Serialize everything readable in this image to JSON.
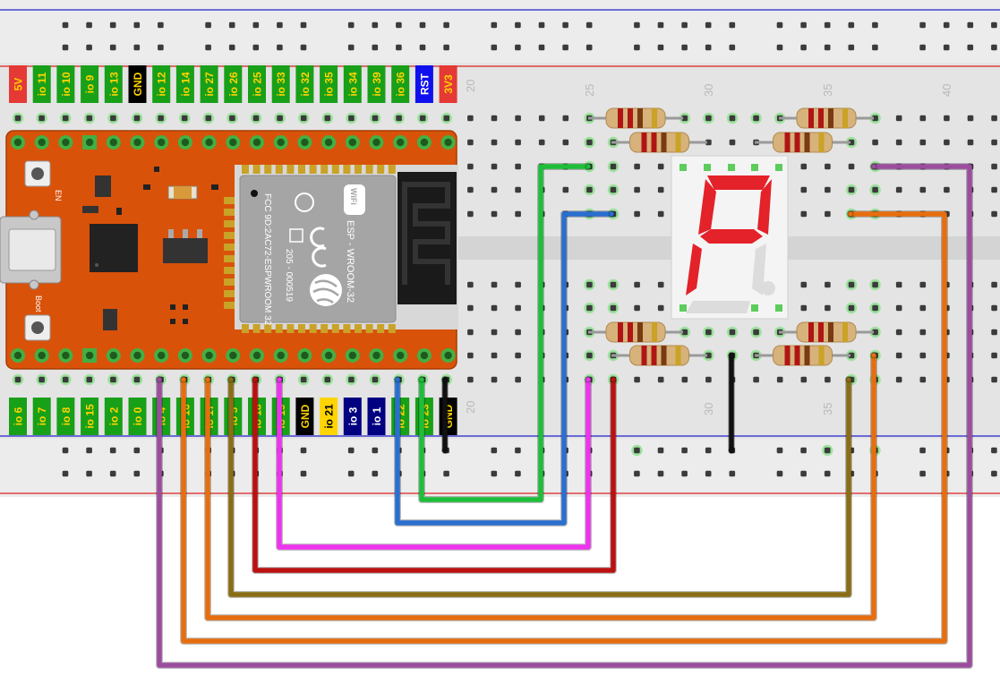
{
  "board": {
    "module_brand": "ESP - WROOM-32",
    "module_line1": "FCC 9D:2AC72-ESPWROOM 32",
    "module_line2": "205 - 000519",
    "button_en": "EN",
    "button_boot": "Boot",
    "wifi_badge": "WiFi"
  },
  "top_pins": [
    "5V",
    "io 11",
    "io 10",
    "io 9",
    "io 13",
    "GND",
    "io 12",
    "io 14",
    "io 27",
    "io 26",
    "io 25",
    "io 33",
    "io 32",
    "io 35",
    "io 34",
    "io 39",
    "io 36",
    "RST",
    "3V3"
  ],
  "top_pin_colors": [
    "#e53935",
    "#18a018",
    "#18a018",
    "#18a018",
    "#18a018",
    "#000000",
    "#18a018",
    "#18a018",
    "#18a018",
    "#18a018",
    "#18a018",
    "#18a018",
    "#18a018",
    "#18a018",
    "#18a018",
    "#18a018",
    "#18a018",
    "#1010ee",
    "#e53935"
  ],
  "top_pin_text_colors": [
    "#ffd400",
    "#ffd400",
    "#ffd400",
    "#ffd400",
    "#ffd400",
    "#ffd400",
    "#ffd400",
    "#ffd400",
    "#ffd400",
    "#ffd400",
    "#ffd400",
    "#ffd400",
    "#ffd400",
    "#ffd400",
    "#ffd400",
    "#ffd400",
    "#ffd400",
    "#ffffff",
    "#ffd400"
  ],
  "bottom_pins": [
    "io 6",
    "io 7",
    "io 8",
    "io 15",
    "io 2",
    "io 0",
    "io 4",
    "io 16",
    "io 17",
    "io 5",
    "io 18",
    "io 19",
    "GND",
    "io 21",
    "io 3",
    "io 1",
    "io 22",
    "io 23",
    "GND"
  ],
  "bottom_pin_colors": [
    "#18a018",
    "#18a018",
    "#18a018",
    "#18a018",
    "#18a018",
    "#18a018",
    "#18a018",
    "#18a018",
    "#18a018",
    "#18a018",
    "#18a018",
    "#18a018",
    "#000000",
    "#ffd400",
    "#000080",
    "#000080",
    "#18a018",
    "#18a018",
    "#000000"
  ],
  "bottom_pin_text_colors": [
    "#ffd400",
    "#ffd400",
    "#ffd400",
    "#ffd400",
    "#ffd400",
    "#ffd400",
    "#ffd400",
    "#ffd400",
    "#ffd400",
    "#ffd400",
    "#ffd400",
    "#ffd400",
    "#ffd400",
    "#000000",
    "#ffffff",
    "#ffffff",
    "#ffd400",
    "#ffd400",
    "#ffd400"
  ],
  "column_numbers_top": [
    "20",
    "25",
    "30",
    "35",
    "40"
  ],
  "column_numbers_bottom": [
    "20",
    "30",
    "35"
  ],
  "display": {
    "type": "7-segment",
    "lit_segments": [
      "a",
      "b",
      "e",
      "f",
      "g"
    ]
  },
  "colors": {
    "board": "#d9520a",
    "breadboard": "#e4e4e4",
    "rail_red": "#dd2222",
    "rail_blue": "#2222cc",
    "wire_purple": "#9b4d9e",
    "wire_orange": "#e66e0f",
    "wire_olive": "#8a6d14",
    "wire_red": "#bb1111",
    "wire_magenta": "#ee33ee",
    "wire_blue": "#2a6fcf",
    "wire_green": "#1ebe3a",
    "wire_black": "#111111",
    "segment_on": "#e32229",
    "segment_off": "#dcdcdc"
  }
}
